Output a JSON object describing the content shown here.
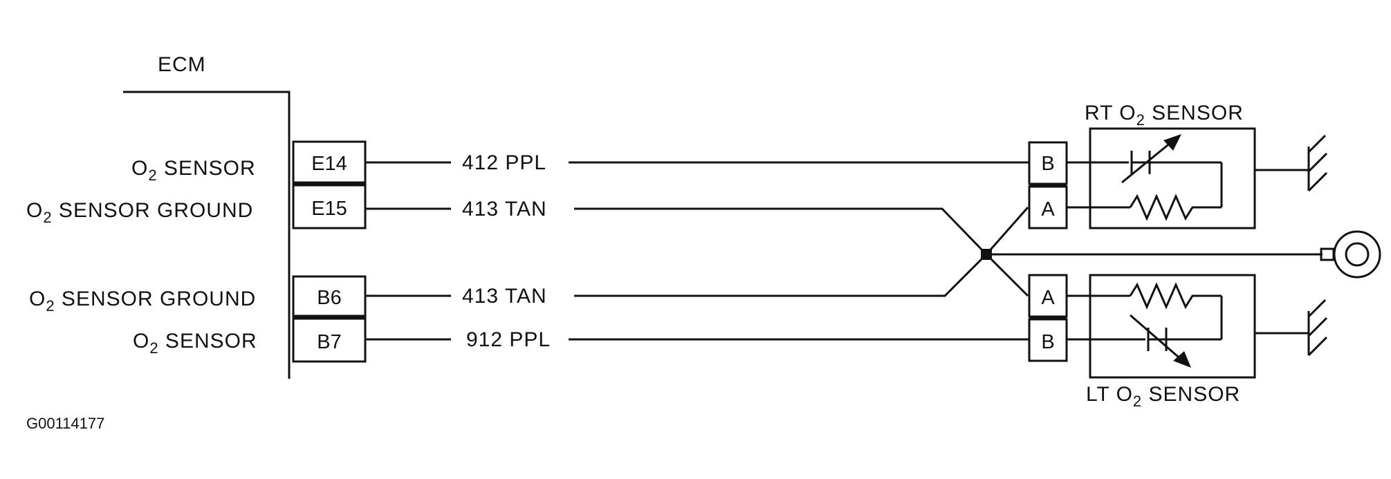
{
  "ecm": {
    "title": "ECM",
    "sig1_label_a": "O",
    "sig1_label_b": " SENSOR",
    "gnd1_label_a": "O",
    "gnd1_label_b": " SENSOR GROUND",
    "gnd2_label_a": "O",
    "gnd2_label_b": " SENSOR GROUND",
    "sig2_label_a": "O",
    "sig2_label_b": " SENSOR",
    "subscript": "2"
  },
  "pins": {
    "e14": "E14",
    "e15": "E15",
    "b6": "B6",
    "b7": "B7"
  },
  "wires": {
    "w1": "412 PPL",
    "w2": "413 TAN",
    "w3": "413 TAN",
    "w4": "912 PPL"
  },
  "sensors": {
    "rt": {
      "pre": "RT O",
      "sub": "2",
      "post": " SENSOR",
      "pin_b": "B",
      "pin_a": "A"
    },
    "lt": {
      "pre": "LT O",
      "sub": "2",
      "post": " SENSOR",
      "pin_a": "A",
      "pin_b": "B"
    }
  },
  "figure_id": "G00114177"
}
